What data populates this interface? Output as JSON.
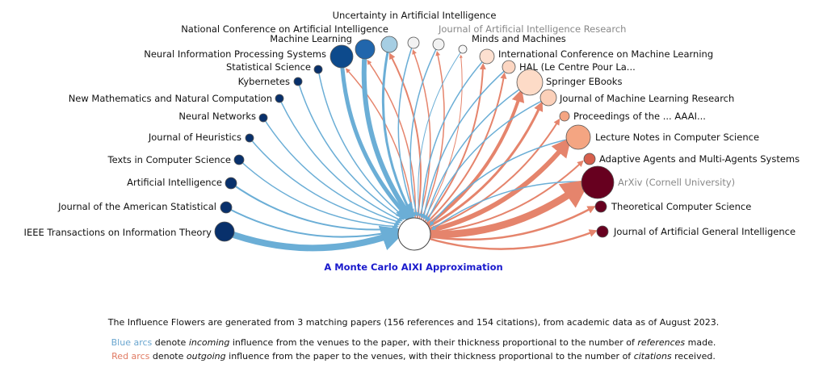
{
  "paper": {
    "title": "A Monte Carlo AIXI Approximation"
  },
  "colors": {
    "blue_arc": "#6baed6",
    "red_arc": "#e5846c"
  },
  "venues": [
    {
      "name": "IEEE Transactions on Information Theory",
      "color": "#08306b",
      "in": 8,
      "out": 0
    },
    {
      "name": "Journal of the American Statistical",
      "color": "#08306b",
      "in": 2,
      "out": 0
    },
    {
      "name": "Artificial Intelligence",
      "color": "#08306b",
      "in": 2,
      "out": 0
    },
    {
      "name": "Texts in Computer Science",
      "color": "#08306b",
      "in": 1.5,
      "out": 0
    },
    {
      "name": "Journal of Heuristics",
      "color": "#08306b",
      "in": 1.5,
      "out": 0
    },
    {
      "name": "Neural Networks",
      "color": "#08306b",
      "in": 1.5,
      "out": 0
    },
    {
      "name": "New Mathematics and Natural Computation",
      "color": "#08306b",
      "in": 1.5,
      "out": 0
    },
    {
      "name": "Kybernetes",
      "color": "#08306b",
      "in": 1.5,
      "out": 0
    },
    {
      "name": "Statistical Science",
      "color": "#08306b",
      "in": 1.5,
      "out": 0
    },
    {
      "name": "Neural Information Processing Systems",
      "color": "#0d4a8c",
      "in": 5,
      "out": 1.5
    },
    {
      "name": "Machine Learning",
      "color": "#2166ac",
      "in": 6,
      "out": 1.5
    },
    {
      "name": "National Conference on Artificial Intelligence",
      "color": "#a6cee3",
      "in": 3,
      "out": 2
    },
    {
      "name": "Uncertainty in Artificial Intelligence",
      "color": "#f2f2f2",
      "in": 1.5,
      "out": 1.5
    },
    {
      "name": "Journal of Artificial Intelligence Research",
      "color": "#f2f2f2",
      "in": 1.5,
      "out": 1.5,
      "gray": true
    },
    {
      "name": "Minds and Machines",
      "color": "#f7f7f7",
      "in": 1,
      "out": 1
    },
    {
      "name": "International Conference on Machine Learning",
      "color": "#fde0d0",
      "in": 1.5,
      "out": 2
    },
    {
      "name": "HAL (Le Centre Pour La...",
      "color": "#fcd6c2",
      "in": 1.5,
      "out": 2
    },
    {
      "name": "Springer EBooks",
      "color": "#fddbc7",
      "in": 1.5,
      "out": 4
    },
    {
      "name": "Journal of Machine Learning Research",
      "color": "#fbd0b9",
      "in": 1.5,
      "out": 3
    },
    {
      "name": "Proceedings of the ... AAAI...",
      "color": "#f4a582",
      "in": 0,
      "out": 2
    },
    {
      "name": "Lecture Notes in Computer Science",
      "color": "#f4a582",
      "in": 1.5,
      "out": 6
    },
    {
      "name": "Adaptive Agents and Multi-Agents Systems",
      "color": "#d6604d",
      "in": 0,
      "out": 2
    },
    {
      "name": "ArXiv (Cornell University)",
      "color": "#67001f",
      "in": 1.5,
      "out": 9,
      "gray": true
    },
    {
      "name": "Theoretical Computer Science",
      "color": "#67001f",
      "in": 0,
      "out": 2.5
    },
    {
      "name": "Journal of Artificial General Intelligence",
      "color": "#67001f",
      "in": 0,
      "out": 2.5
    }
  ],
  "caption": {
    "summary": "The Influence Flowers are generated from 3 matching papers (156 references and 154 citations), from academic data as of August 2023.",
    "blue_label": "Blue arcs",
    "blue_a": " denote ",
    "blue_em1": "incoming",
    "blue_b": " influence from the venues to the paper, with their thickness proportional to the number of ",
    "blue_em2": "references",
    "blue_c": " made.",
    "red_label": "Red arcs",
    "red_a": " denote ",
    "red_em1": "outgoing",
    "red_b": " influence from the paper to the venues, with their thickness proportional to the number of ",
    "red_em2": "citations",
    "red_c": " received."
  }
}
